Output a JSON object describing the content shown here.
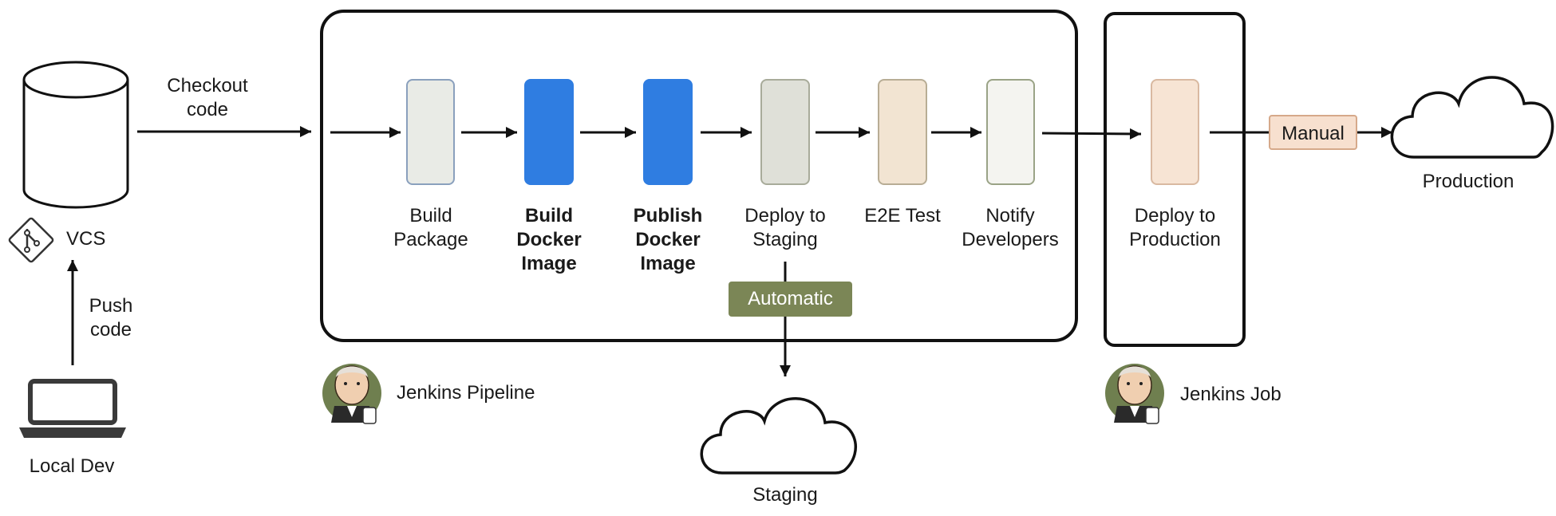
{
  "sources": {
    "vcs_label": "VCS",
    "local_dev_label": "Local Dev",
    "push_label": "Push\ncode",
    "checkout_label": "Checkout\ncode"
  },
  "pipeline": {
    "label": "Jenkins Pipeline",
    "stages": [
      {
        "label": "Build\nPackage",
        "bold": false,
        "fill": "#e9ebe6",
        "stroke": "#8aa0bd"
      },
      {
        "label": "Build\nDocker\nImage",
        "bold": true,
        "fill": "#2f7de1",
        "stroke": "#2f7de1"
      },
      {
        "label": "Publish\nDocker\nImage",
        "bold": true,
        "fill": "#2f7de1",
        "stroke": "#2f7de1"
      },
      {
        "label": "Deploy to\nStaging",
        "bold": false,
        "fill": "#dfe0d8",
        "stroke": "#a8ab9a"
      },
      {
        "label": "E2E Test",
        "bold": false,
        "fill": "#f2e4d2",
        "stroke": "#b8ad95"
      },
      {
        "label": "Notify\nDevelopers",
        "bold": false,
        "fill": "#f4f4f0",
        "stroke": "#9aa386"
      }
    ],
    "automatic_label": "Automatic",
    "automatic_color": "#7b8656"
  },
  "job": {
    "label": "Jenkins Job",
    "stage_label": "Deploy to\nProduction",
    "stage_fill": "#f7e4d4",
    "stage_stroke": "#d9b9a1"
  },
  "manual_label": "Manual",
  "manual_fill": "#f7e0cf",
  "manual_stroke": "#d6a98a",
  "staging_label": "Staging",
  "production_label": "Production",
  "icons": [
    "database-icon",
    "git-icon",
    "laptop-icon",
    "jenkins-icon",
    "cloud-icon"
  ]
}
